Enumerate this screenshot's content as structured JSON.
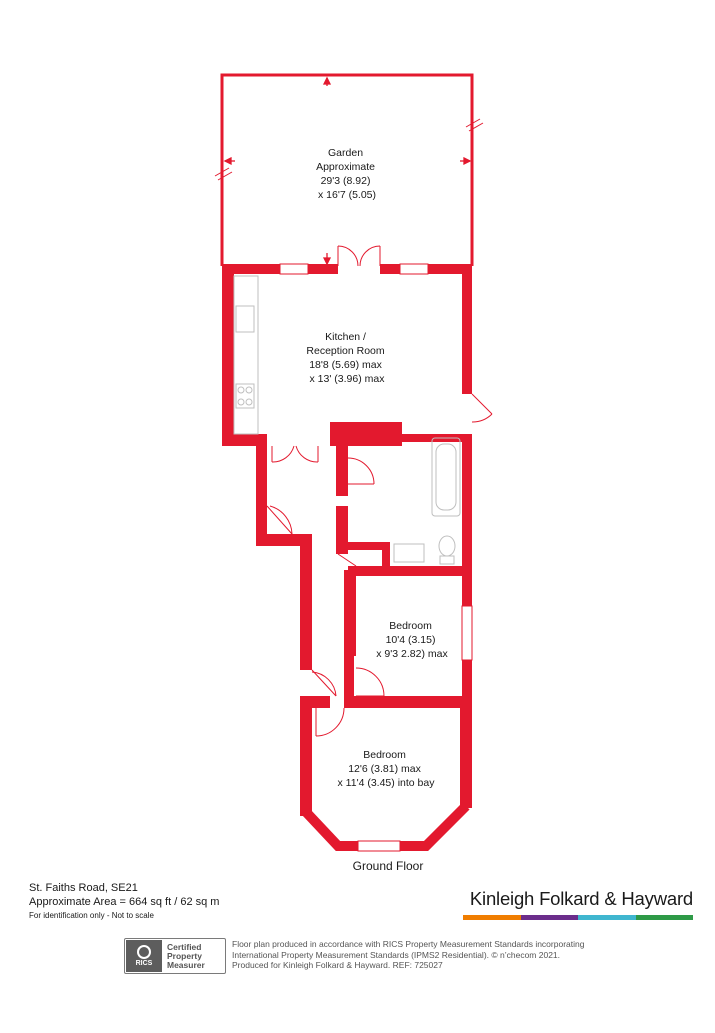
{
  "colors": {
    "wall": "#e3192e",
    "fixture": "#bfbfbf",
    "text": "#1a1a1a",
    "brand_bar": [
      "#f07d00",
      "#6b2d8b",
      "#3fb6cf",
      "#2e9a47"
    ]
  },
  "rooms": {
    "garden": [
      "Garden",
      "Approximate",
      "29'3 (8.92)",
      "x 16'7 (5.05)"
    ],
    "kitchen": [
      "Kitchen /",
      "Reception Room",
      "18'8 (5.69) max",
      "x 13' (3.96) max"
    ],
    "bedroom1": [
      "Bedroom",
      "10'4 (3.15)",
      "x 9'3 2.82) max"
    ],
    "bedroom2": [
      "Bedroom",
      "12'6 (3.81) max",
      "x 11'4 (3.45) into bay"
    ]
  },
  "floor_label": "Ground Floor",
  "address": {
    "street": "St. Faiths Road, SE21",
    "area": "Approximate Area = 664 sq ft / 62 sq m",
    "note": "For identification only - Not to scale"
  },
  "agent": {
    "name": "Kinleigh Folkard & Hayward"
  },
  "rics": {
    "mark": "RICS",
    "cert": [
      "Certified",
      "Property",
      "Measurer"
    ]
  },
  "disclaimer": [
    "Floor plan produced in accordance with RICS Property Measurement Standards incorporating",
    "International Property Measurement Standards (IPMS2 Residential).  © n’checom 2021.",
    "Produced for Kinleigh Folkard & Hayward.   REF: 725027"
  ]
}
